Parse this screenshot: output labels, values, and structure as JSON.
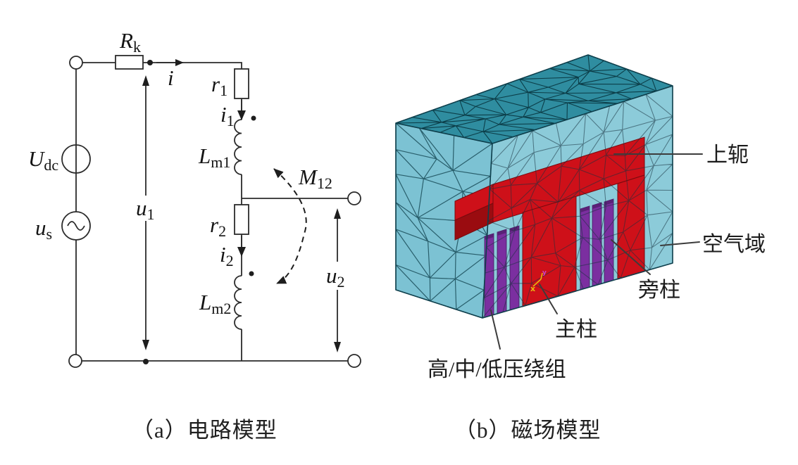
{
  "figure": {
    "a": {
      "caption": "（a）电路模型",
      "sym": {
        "Rk": {
          "main": "R",
          "sub": "k"
        },
        "i": {
          "main": "i",
          "sub": ""
        },
        "r1": {
          "main": "r",
          "sub": "1"
        },
        "i1": {
          "main": "i",
          "sub": "1"
        },
        "Lm1": {
          "main": "L",
          "sub": "m1"
        },
        "M12": {
          "main": "M",
          "sub": "12"
        },
        "u1": {
          "main": "u",
          "sub": "1"
        },
        "Udc": {
          "main": "U",
          "sub": "dc"
        },
        "us": {
          "main": "u",
          "sub": "s"
        },
        "r2": {
          "main": "r",
          "sub": "2"
        },
        "i2": {
          "main": "i",
          "sub": "2"
        },
        "Lm2": {
          "main": "L",
          "sub": "m2"
        },
        "u2": {
          "main": "u",
          "sub": "2"
        }
      }
    },
    "b": {
      "caption": "（b）磁场模型",
      "labels": {
        "upper_yoke": "上轭",
        "air_domain": "空气域",
        "side_limb": "旁柱",
        "main_limb": "主柱",
        "windings": "高/中/低压绕组"
      },
      "axis_marker": {
        "x": "x",
        "y": "y"
      },
      "colors": {
        "air_front": "#8ccbd9",
        "air_left": "#7cc2d3",
        "air_top": "#2f8da0",
        "core_red": "#ce1019",
        "core_red_dark": "#9a0c10",
        "winding_purple": "#7b2fa0",
        "winding_cap": "#5a2178",
        "axis_x_color": "#e8b80e",
        "axis_y_color": "#c645c6"
      }
    }
  }
}
